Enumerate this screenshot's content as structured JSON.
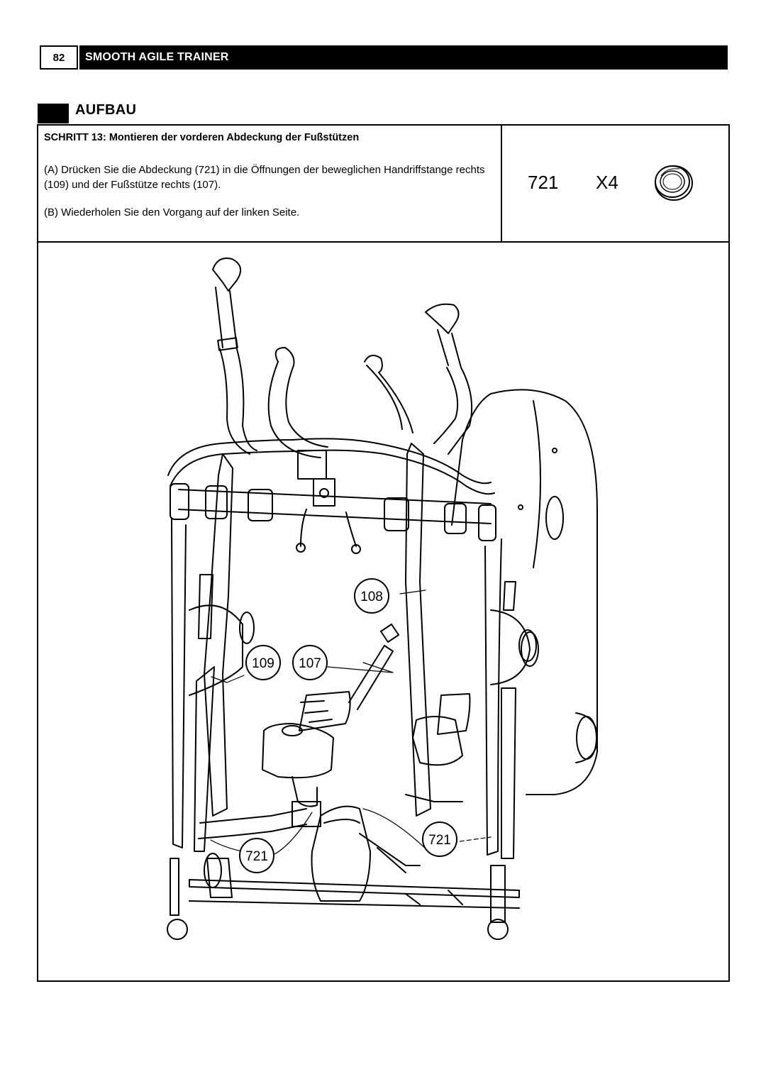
{
  "header": {
    "page_number": "82",
    "title": "SMOOTH AGILE TRAINER"
  },
  "section": {
    "title": "AUFBAU"
  },
  "step": {
    "title": "SCHRITT 13: Montieren der vorderen Abdeckung der Fußstützen",
    "instruction_a": "(A) Drücken Sie die Abdeckung (721) in die Öffnungen der beweglichen Handriffstange rechts (109) und der Fußstütze rechts (107).",
    "instruction_b": "(B) Wiederholen Sie den Vorgang auf der linken Seite."
  },
  "parts": {
    "part_number": "721",
    "quantity": "X4",
    "icon": "washer-cover-icon"
  },
  "figure": {
    "callouts": [
      "108",
      "109",
      "107",
      "721",
      "721"
    ]
  }
}
